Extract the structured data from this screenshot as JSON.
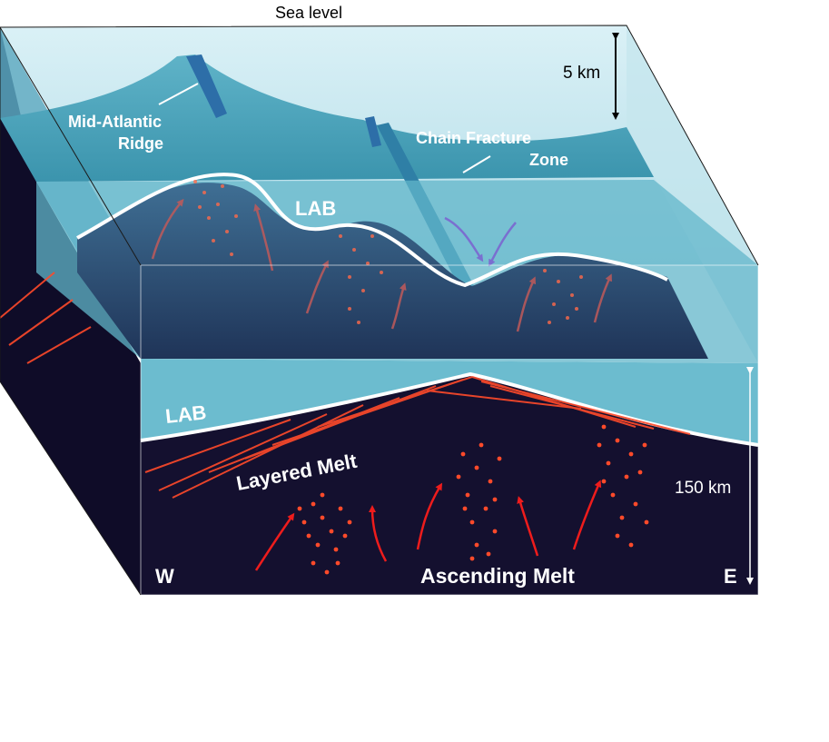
{
  "labels": {
    "sea_level": "Sea level",
    "depth_5km": "5 km",
    "depth_150km": "150 km",
    "ridge_line1": "Mid-Atlantic",
    "ridge_line2": "Ridge",
    "fracture_line1": "Chain Fracture",
    "fracture_line2": "Zone",
    "lab_upper": "LAB",
    "lab_lower": "LAB",
    "layered_melt": "Layered Melt",
    "ascending_melt": "Ascending Melt",
    "west": "W",
    "east": "E"
  },
  "colors": {
    "ocean_surface": "#bfe3ec",
    "ocean_mid": "#7cc3d3",
    "seafloor": "#3e9bb3",
    "lithosphere": "#6cbccf",
    "asthenosphere": "#14102f",
    "melt": "#ff4a2a",
    "arrow_red": "#ee1c1c",
    "arrow_converge": "#7a6fd0",
    "lab_line": "#ffffff"
  }
}
